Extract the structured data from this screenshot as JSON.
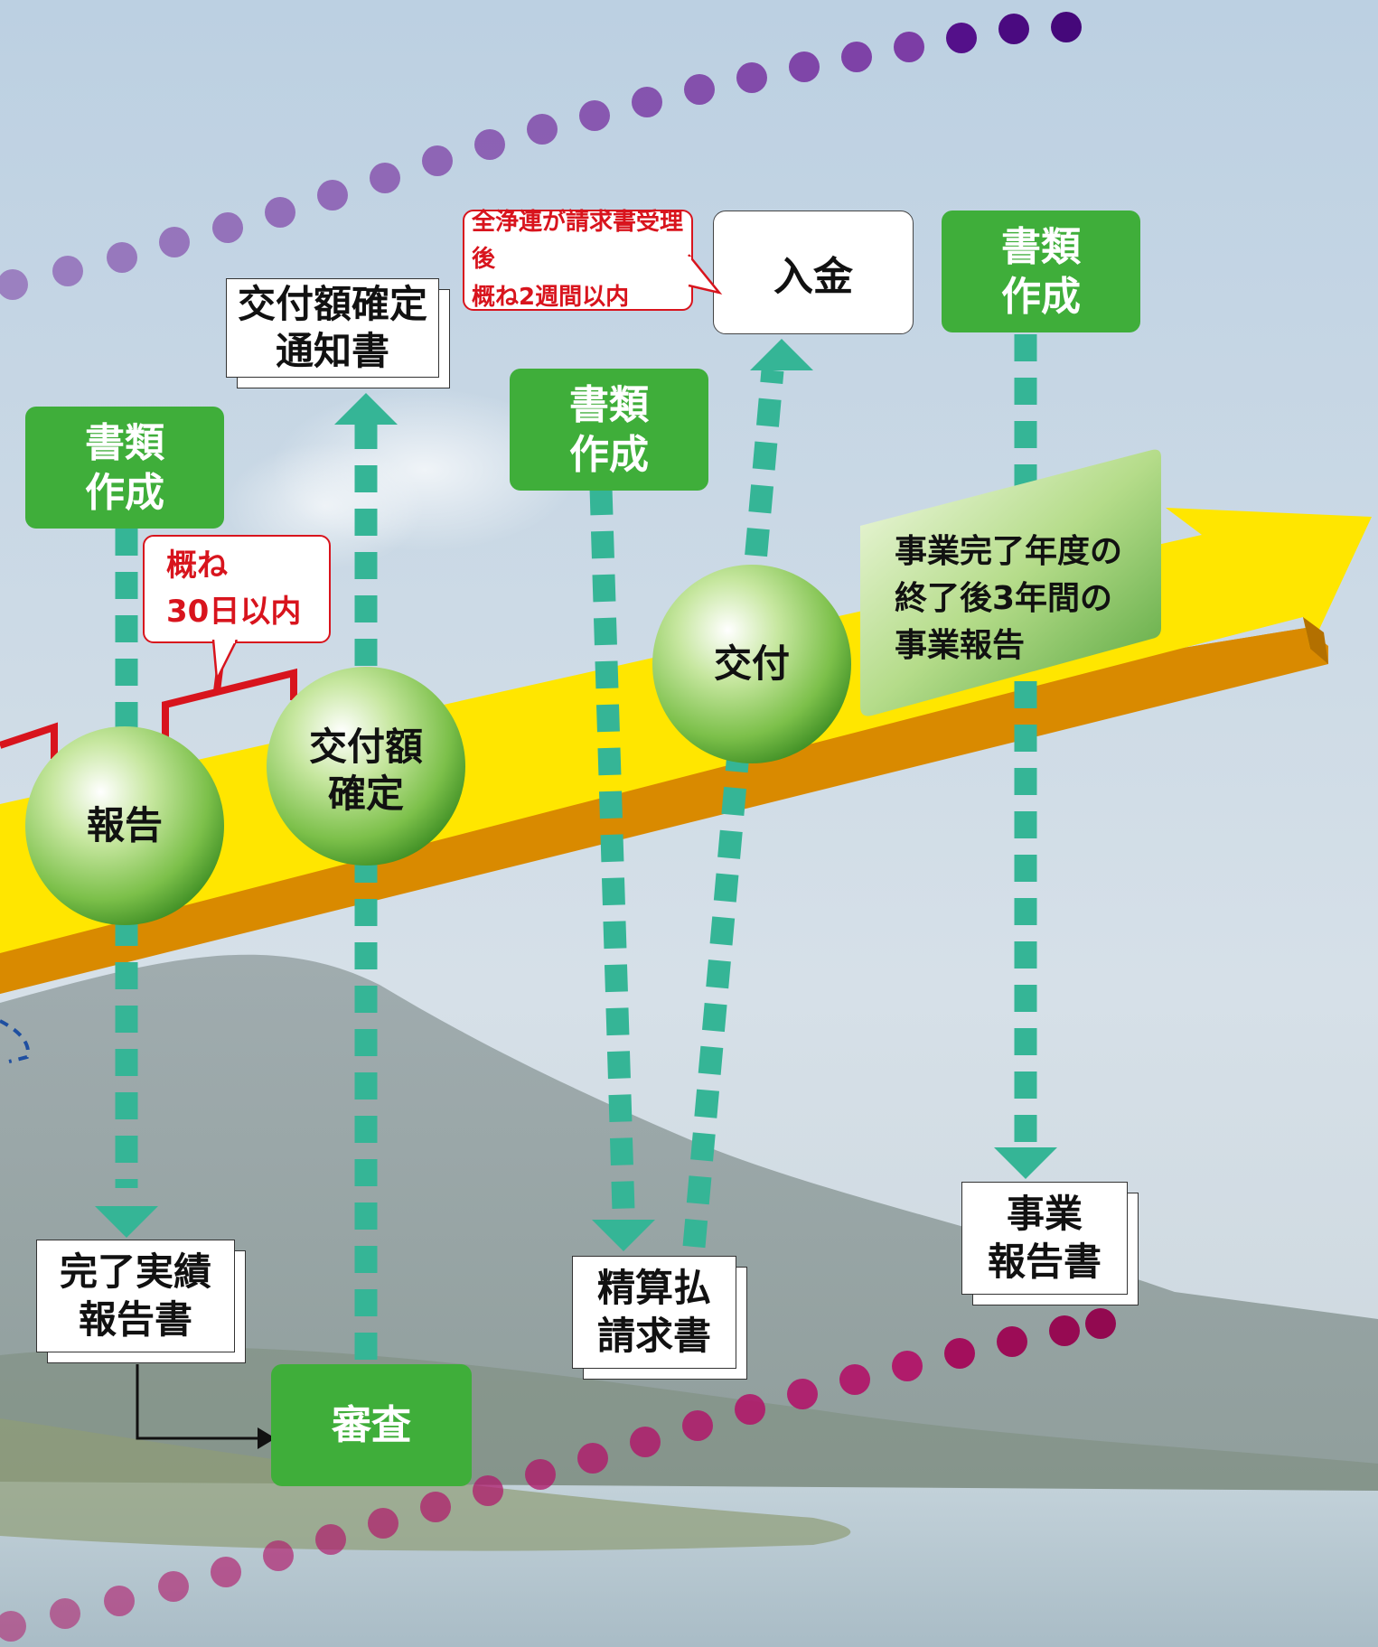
{
  "colors": {
    "sky_top": "#c3d4e3",
    "sky_bottom": "#d8e2ea",
    "mountain": "#9aa6a8",
    "water": "#b6c8d2",
    "arrow_yellow": "#ffe600",
    "arrow_orange": "#d98a00",
    "teal": "#35b596",
    "green_box": "#3fae3a",
    "red": "#d8141d",
    "purple_dots": "#5b1a8c",
    "magenta_dots": "#a3125e"
  },
  "boxes": {
    "shorui_1": "書類\n作成",
    "shorui_2": "書類\n作成",
    "shorui_3": "書類\n作成",
    "shinsa": "審査",
    "nyukin": "入金"
  },
  "documents": {
    "kofu_kakutei_tsuchi": "交付額確定\n通知書",
    "kanryo_jisseki": "完了実績\n報告書",
    "seisan_seikyu": "精算払\n請求書",
    "jigyo_hokoku": "事業\n報告書"
  },
  "spheres": {
    "hokoku": "報告",
    "kofu_kakutei": "交付額\n確定",
    "kofu": "交付"
  },
  "callouts": {
    "payment_timing": "全浄連が請求書受理後\n概ね2週間以内",
    "days_30": "概ね\n30日以内"
  },
  "report_panel": "事業完了年度の\n終了後3年間の\n事業報告",
  "icons": [
    "teal-dashed-arrow",
    "sphere",
    "document-stack",
    "dotted-curve"
  ]
}
